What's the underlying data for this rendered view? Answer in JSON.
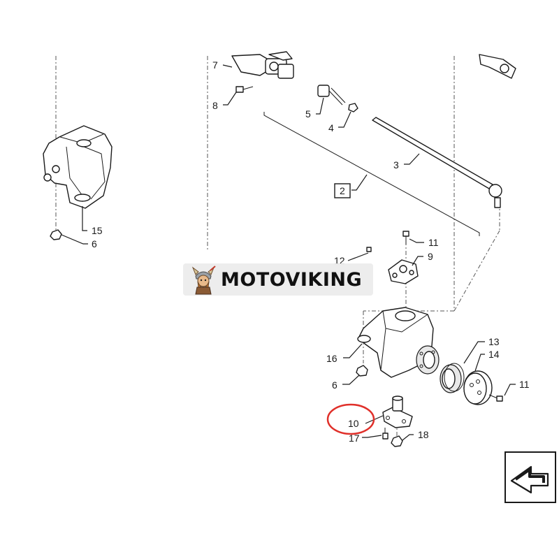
{
  "callouts": {
    "c7": "7",
    "c8": "8",
    "c5": "5",
    "c4": "4",
    "c3": "3",
    "c2": "2",
    "c15": "15",
    "c6a": "6",
    "c11a": "11",
    "c12": "12",
    "c9": "9",
    "c16": "16",
    "c6b": "6",
    "c13": "13",
    "c14": "14",
    "c11b": "11",
    "c10": "10",
    "c17": "17",
    "c18": "18"
  },
  "watermark": {
    "text": "MOTOVIKING",
    "logo_icon": "viking-mascot-icon"
  },
  "highlight": {
    "target": "10",
    "color": "#e0302a"
  },
  "nav_icon": "arrow-return-icon"
}
